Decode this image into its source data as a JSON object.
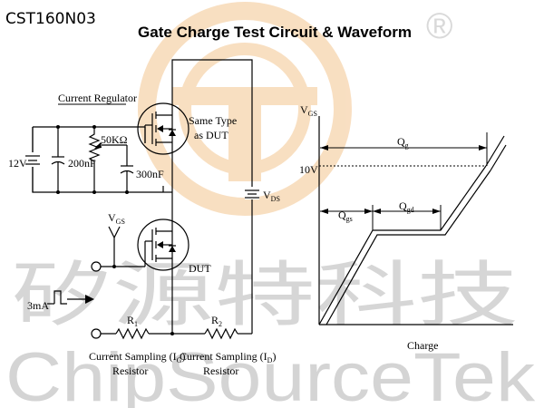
{
  "part_number": "CST160N03",
  "title": "Gate Charge Test Circuit  &  Waveform",
  "watermark": {
    "chinese": "矽源特科技",
    "english": "ChipSourceTek",
    "registered": "®"
  },
  "circuit": {
    "current_regulator": "Current Regulator",
    "supply_voltage": "12V",
    "capacitor_1": "200nF",
    "pot": "50KΩ",
    "capacitor_2": "300nF",
    "same_type_line1": "Same Type",
    "same_type_line2": "as DUT",
    "vds": "V",
    "vds_sub": "DS",
    "vgs": "V",
    "vgs_sub": "GS",
    "dut": "DUT",
    "pulse_current": "3mA",
    "r1": "R",
    "r1_sub": "1",
    "r2": "R",
    "r2_sub": "2",
    "sampling_ig_a": "Current Sampling (I",
    "sampling_ig_sub": "G",
    "sampling_ig_b": ")",
    "sampling_id_a": "Current Sampling (I",
    "sampling_id_sub": "D",
    "sampling_id_b": ")",
    "resistor_label": "Resistor"
  },
  "waveform": {
    "y_label": "V",
    "y_label_sub": "GS",
    "ten_volt": "10V",
    "qg": "Q",
    "qg_sub": "g",
    "qgs": "Q",
    "qgs_sub": "gs",
    "qgd": "Q",
    "qgd_sub": "gd",
    "x_label": "Charge"
  },
  "colors": {
    "watermark_orange": "#f4c58f",
    "watermark_gray": "#cfcfcf",
    "ink": "#000000"
  }
}
